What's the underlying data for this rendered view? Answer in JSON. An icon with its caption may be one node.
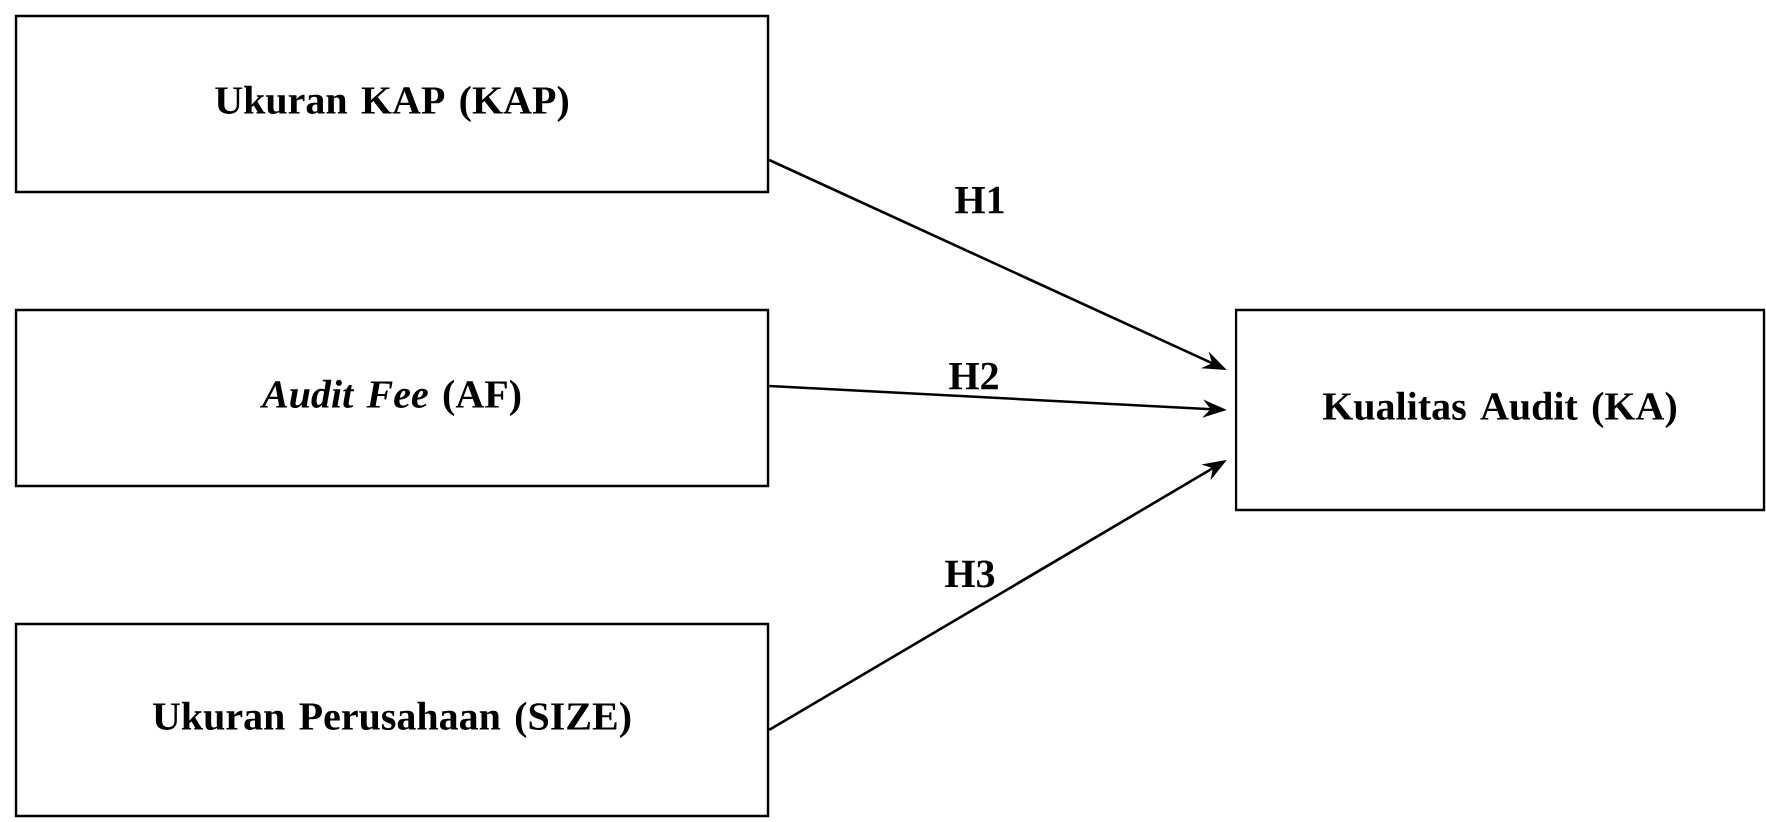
{
  "diagram": {
    "nodes": [
      {
        "text": [
          "Ukuran KAP (KAP)"
        ]
      },
      {
        "text": [
          "*Audit Fee* (AF)"
        ]
      },
      {
        "text": [
          "Ukuran Perusahaan (SIZE)"
        ]
      },
      {
        "text": [
          "Kualitas Audit (KA)"
        ]
      }
    ],
    "edges": [
      {
        "from": 0,
        "to": 3,
        "arrow": "to",
        "label": "H1"
      },
      {
        "from": 1,
        "to": 3,
        "arrow": "to",
        "label": "H2"
      },
      {
        "from": 2,
        "to": 3,
        "arrow": "to",
        "label": "H3"
      }
    ]
  }
}
